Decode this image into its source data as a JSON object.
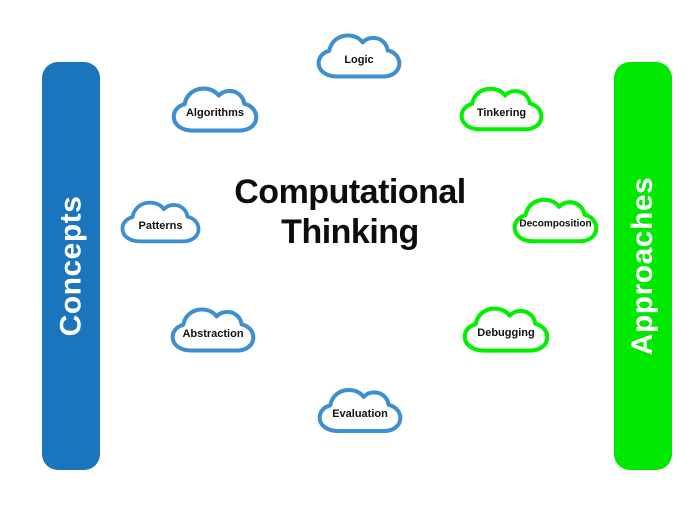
{
  "title": {
    "line1": "Computational",
    "line2": "Thinking"
  },
  "sidebars": {
    "left": {
      "label": "Concepts",
      "color": "#1b75bc"
    },
    "right": {
      "label": "Approaches",
      "color": "#00e800"
    }
  },
  "clouds": [
    {
      "label": "Logic",
      "group": "concepts"
    },
    {
      "label": "Algorithms",
      "group": "concepts"
    },
    {
      "label": "Tinkering",
      "group": "approaches"
    },
    {
      "label": "Patterns",
      "group": "concepts"
    },
    {
      "label": "Decomposition",
      "group": "approaches"
    },
    {
      "label": "Abstraction",
      "group": "concepts"
    },
    {
      "label": "Debugging",
      "group": "approaches"
    },
    {
      "label": "Evaluation",
      "group": "concepts"
    }
  ],
  "colors": {
    "concept_bar": "#1b75bc",
    "concept_cloud_stroke": "#3d8fd1",
    "approach_bar": "#00e800",
    "approach_cloud_stroke": "#00f000",
    "bar_text": "#ffffff",
    "title_text": "#0d0d0d",
    "label_text": "#111111"
  }
}
